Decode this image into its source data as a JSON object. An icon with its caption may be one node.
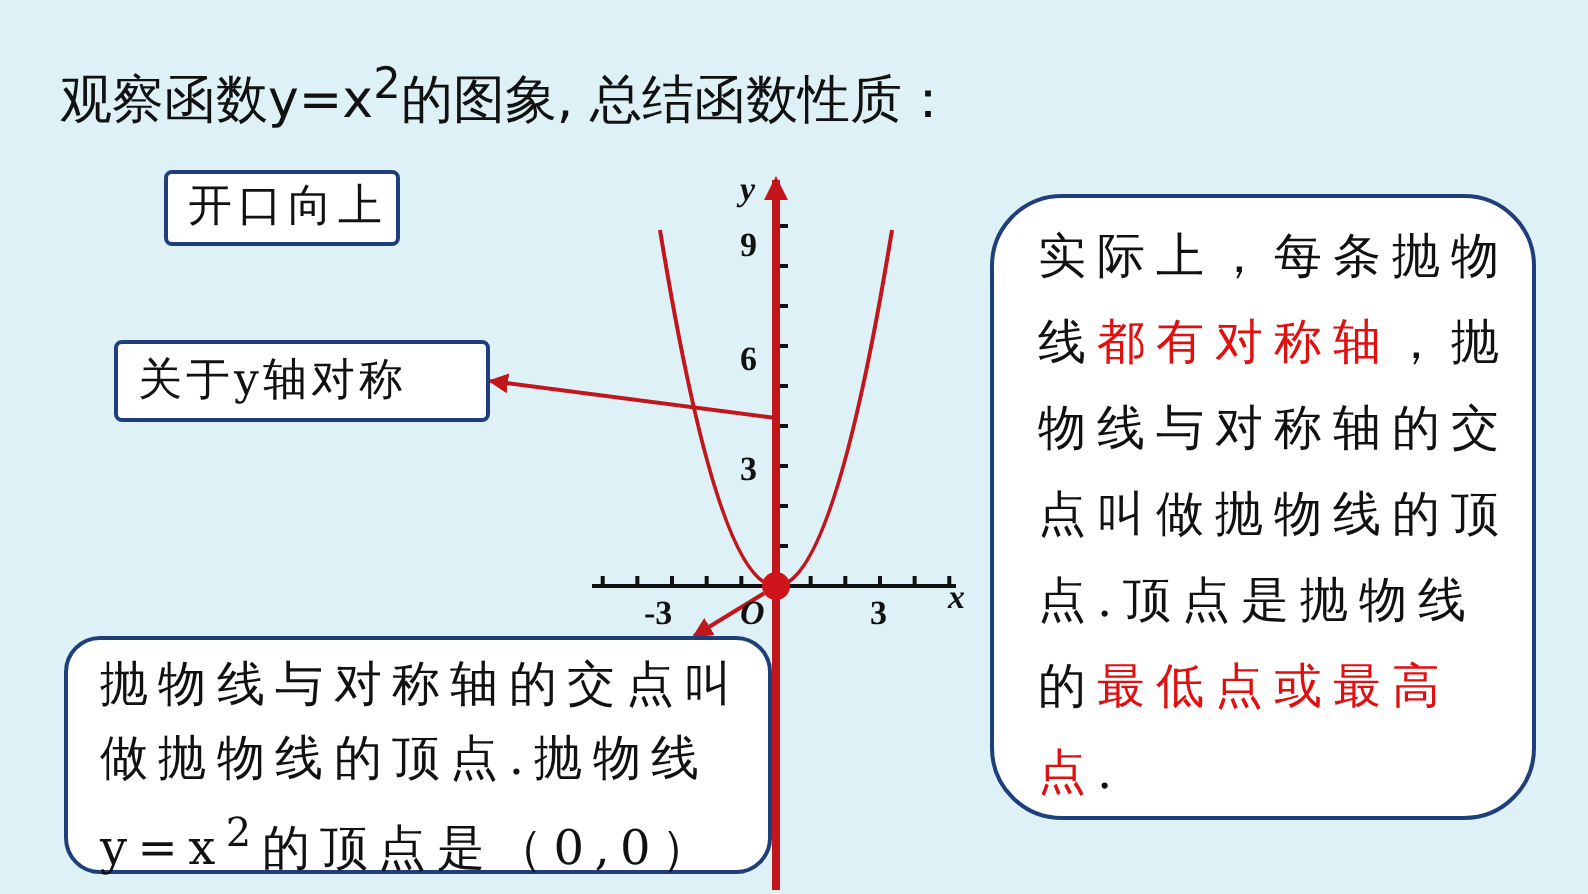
{
  "diagram": {
    "title": "观察函数y=x$^{2}$的图象, 总结函数性质：",
    "nodes": [
      {
        "text": [
          "开口向上"
        ]
      },
      {
        "text": [
          "关于y轴对称"
        ]
      },
      {
        "text": [],
        "shape": "circle"
      },
      {
        "text": [
          "抛物线与对称轴的交点叫做抛物线的顶点.抛物线y=x$^{2}$的顶点是（0,0）"
        ]
      },
      {
        "text": [
          "实际上，每条抛物线**都有对称轴**，抛物线与对称轴的交点叫做抛物线的顶点.顶点是抛物线的**最低点或最高点**."
        ]
      }
    ],
    "edges": [
      {
        "from": null,
        "to": 1,
        "arrow": "to"
      },
      {
        "from": 2,
        "to": 3,
        "arrow": "to"
      }
    ],
    "labels": [
      "y",
      "9",
      "6",
      "3",
      "-3",
      "O",
      "3",
      "x"
    ]
  }
}
